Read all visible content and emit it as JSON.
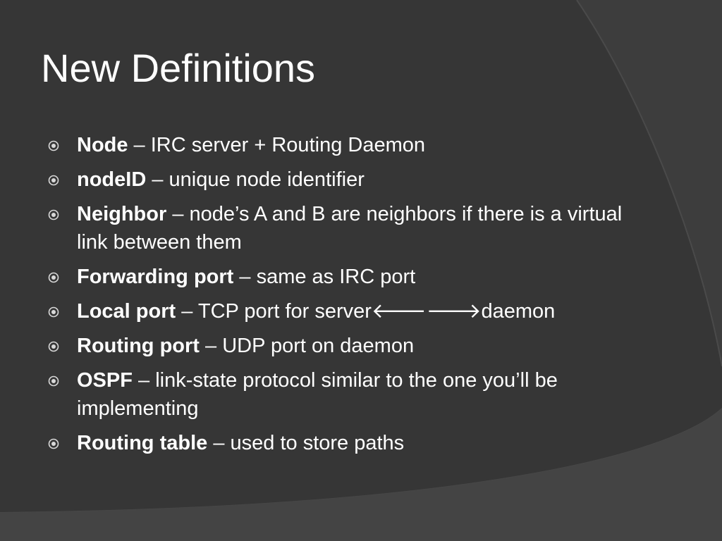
{
  "slide": {
    "title": "New Definitions",
    "items": [
      {
        "term": "Node",
        "text": " – IRC server + Routing Daemon"
      },
      {
        "term": "nodeID",
        "text": " – unique node identifier"
      },
      {
        "term": "Neighbor",
        "text": " – node’s A and B are neighbors if there is a virtual link between them"
      },
      {
        "term": "Forwarding port",
        "text": " – same as IRC port"
      },
      {
        "term": "Local port",
        "text": " – TCP port for server🡐🡒daemon"
      },
      {
        "term": "Routing port",
        "text": " – UDP port on daemon"
      },
      {
        "term": "OSPF",
        "text": " – link-state protocol similar to the one you’ll be implementing"
      },
      {
        "term": "Routing table",
        "text": " – used to store paths"
      }
    ]
  },
  "colors": {
    "background": "#3b3b3b",
    "panel": "#343434",
    "text": "#ffffff",
    "bullet_accent": "#d9d9d9"
  },
  "icons": {
    "bullet": "circled-dot-icon"
  }
}
